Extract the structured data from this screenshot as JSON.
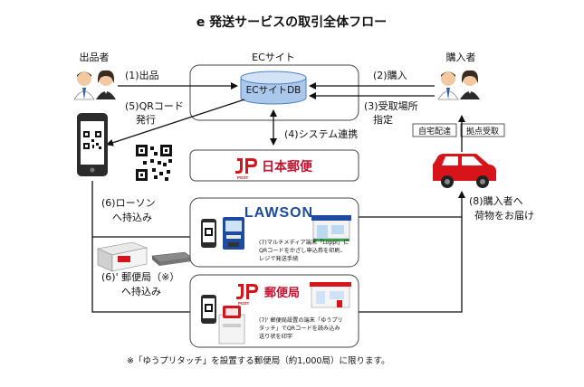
{
  "title": "e 発送サービスの取引全体フロー",
  "seller_label": "出品者",
  "buyer_label": "購入者",
  "ec_site_label": "ECサイト",
  "ec_db_label": "ECサイトDB",
  "step1": "(1)出品",
  "step2": "(2)購入",
  "step3_line1": "(3)受取場所",
  "step3_line2": "指定",
  "step4": "(4)システム連携",
  "step5_line1": "(5)QRコード",
  "step5_line2": "発行",
  "step6_line1": "(6)ローソン",
  "step6_line2": "へ持込み",
  "step6b_line1": "(6)' 郵便局（※）",
  "step6b_line2": "へ持込み",
  "step8_line1": "(8)購入者へ",
  "step8_line2": "荷物をお届け",
  "home_delivery": "自宅配達",
  "pickup_point": "拠点受取",
  "japan_post_name": "日本郵便",
  "post_small": "POST",
  "lawson_name": "LAWSON",
  "yubinkyoku_name": "郵便局",
  "step7_line1": "(7)マルチメディア端末「Loppi」に",
  "step7_line2": "QRコードをかざし申込券を印刷、",
  "step7_line3": "レジで発送手続",
  "step7b_line1": "(7)' 郵便局設置の端末「ゆうプリ",
  "step7b_line2": "タッチ」でQRコードを読み込み",
  "step7b_line3": "送り状を印字",
  "footnote": "※「ゆうプリタッチ」を設置する郵便局（約1,000局）に限ります。",
  "colors": {
    "jp_red": "#d7141a",
    "lawson_blue": "#1c4ba0",
    "db_blue": "#aac8ec",
    "car_red": "#d7141a"
  }
}
